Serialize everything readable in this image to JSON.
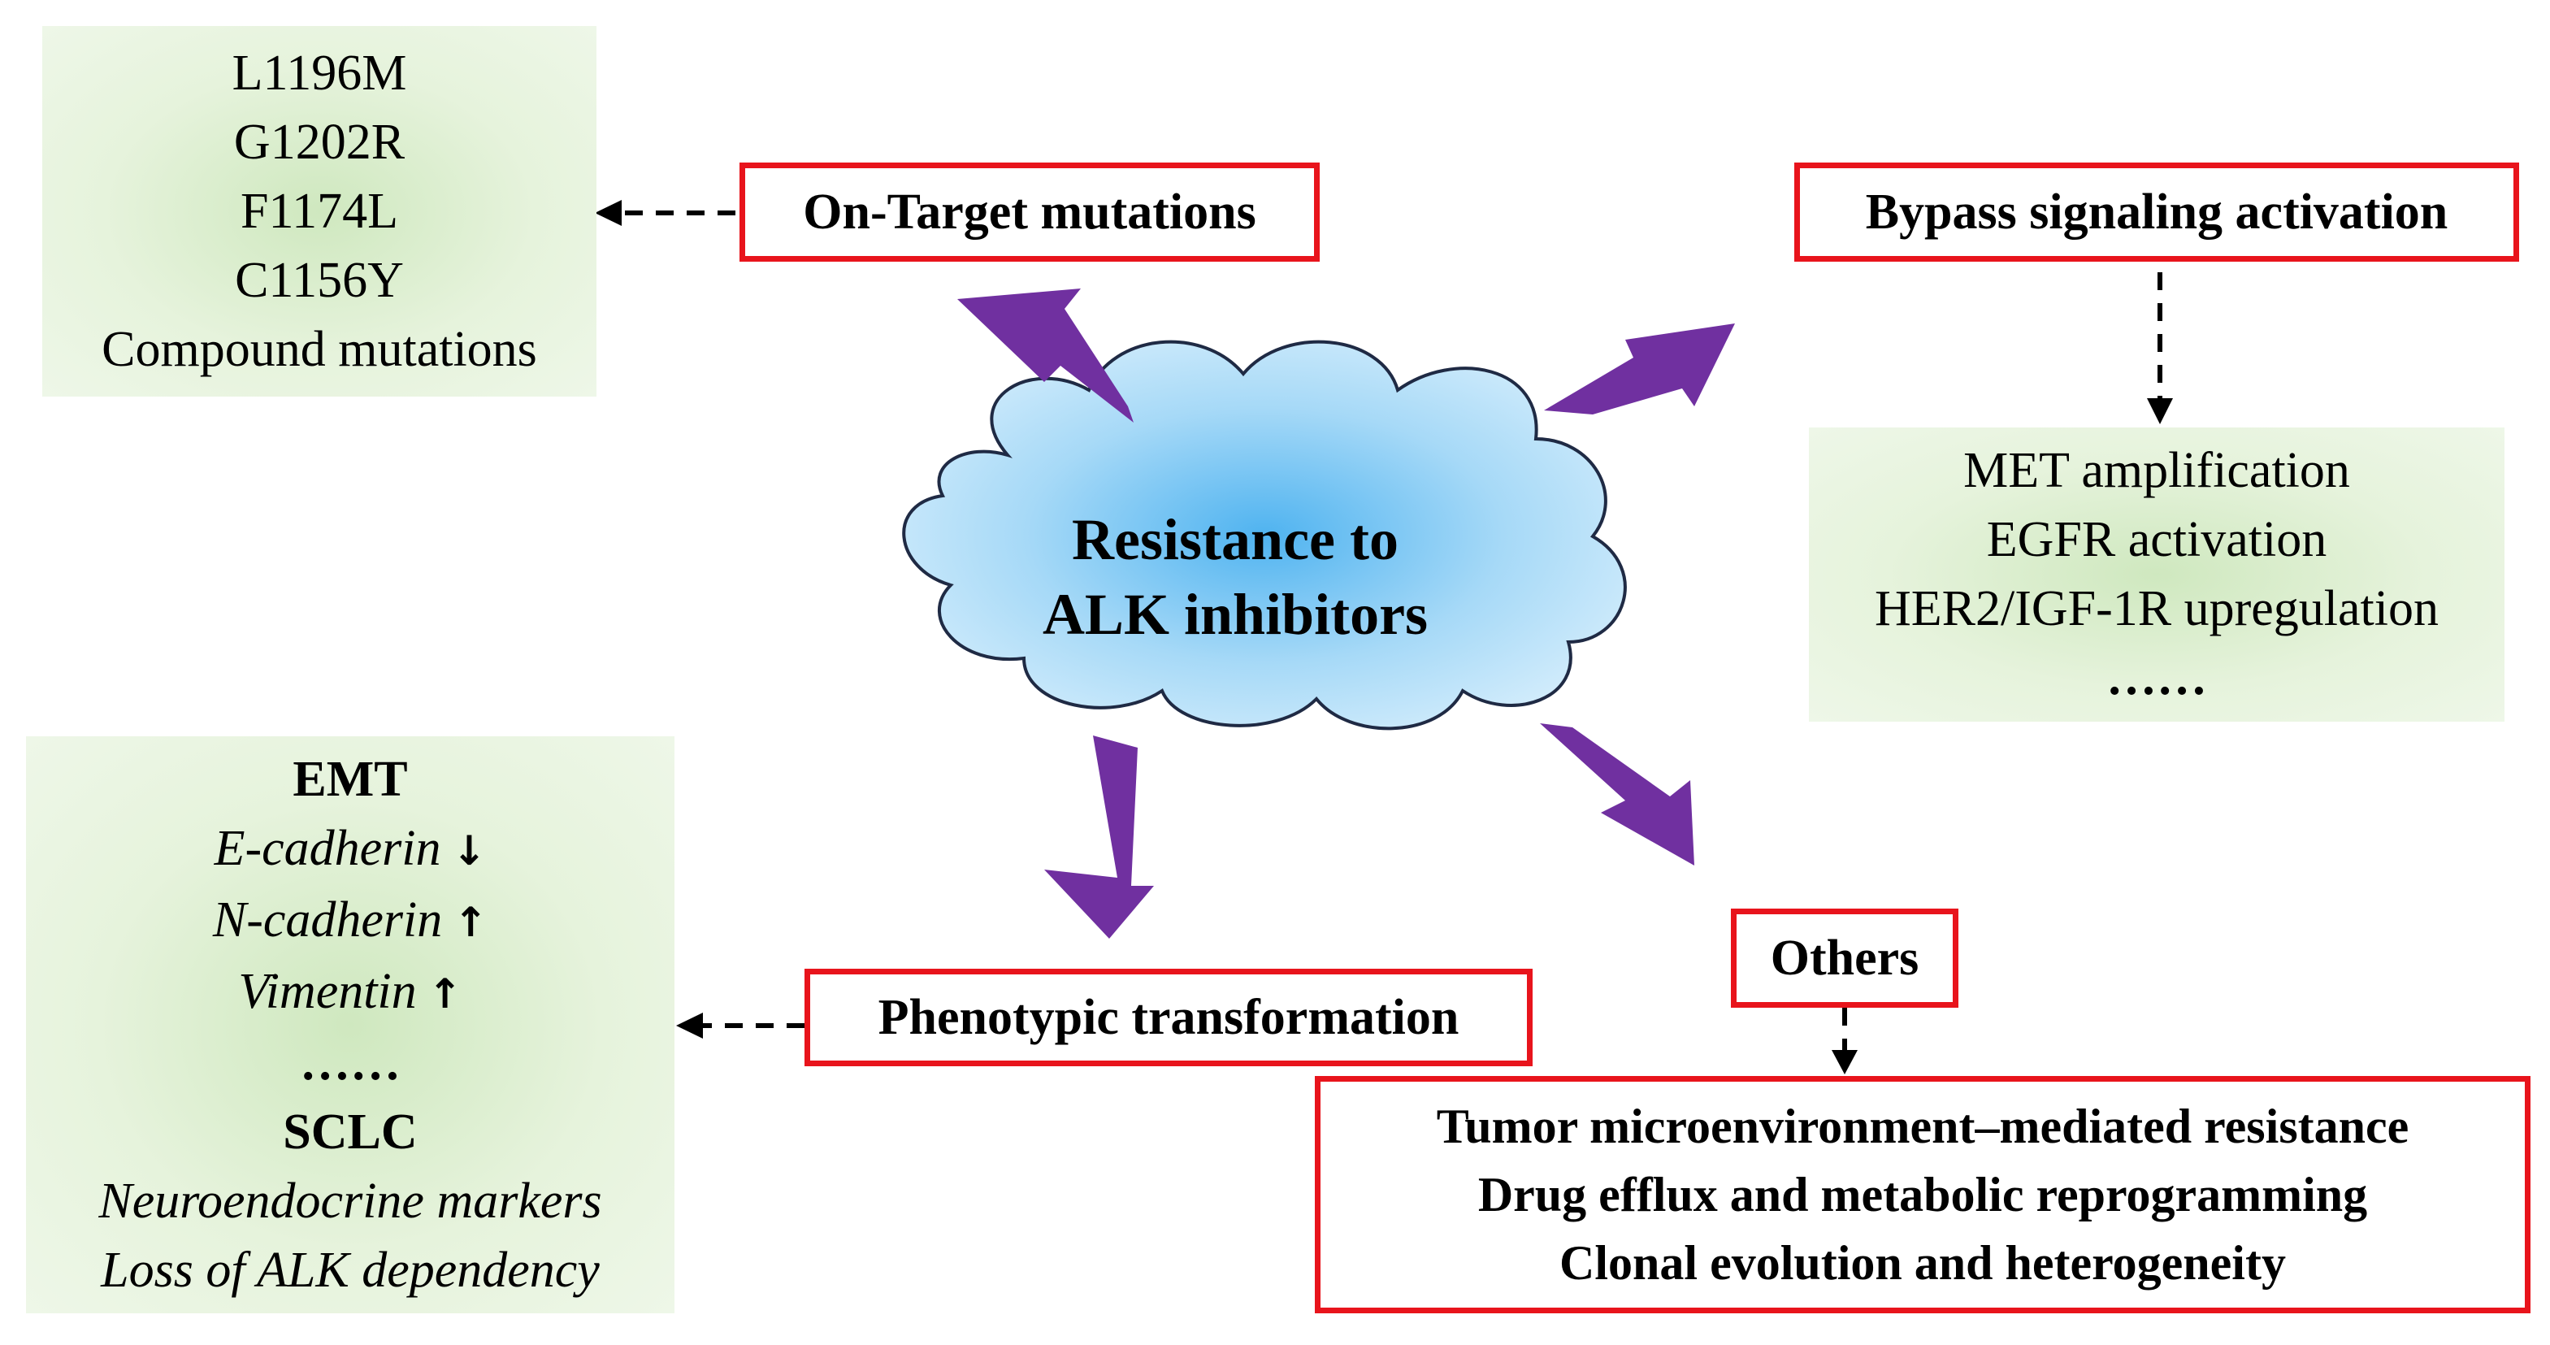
{
  "center": {
    "line1": "Resistance to",
    "line2": "ALK inhibitors"
  },
  "on_target": {
    "label": "On-Target mutations",
    "items": [
      "L1196M",
      "G1202R",
      "F1174L",
      "C1156Y",
      "Compound mutations"
    ]
  },
  "bypass": {
    "label": "Bypass signaling activation",
    "items": [
      "MET amplification",
      "EGFR activation",
      "HER2/IGF-1R upregulation",
      "……"
    ]
  },
  "phenotypic": {
    "label": "Phenotypic transformation",
    "emt_title": "EMT",
    "emt_items": [
      {
        "text": "E-cadherin",
        "arrow": "↓"
      },
      {
        "text": "N-cadherin",
        "arrow": "↑"
      },
      {
        "text": "Vimentin",
        "arrow": "↑"
      }
    ],
    "ellipsis": "……",
    "sclc_title": "SCLC",
    "sclc_items": [
      "Neuroendocrine markers",
      "Loss of ALK dependency"
    ]
  },
  "others": {
    "label": "Others",
    "items": [
      "Tumor microenvironment–mediated resistance",
      "Drug efflux and metabolic reprogramming",
      "Clonal evolution and heterogeneity"
    ]
  },
  "colors": {
    "arrow": "#7030a0",
    "red_border": "#e8141c",
    "cloud_fill": "#a9dcf7",
    "green_box": "#e2f0d9"
  }
}
